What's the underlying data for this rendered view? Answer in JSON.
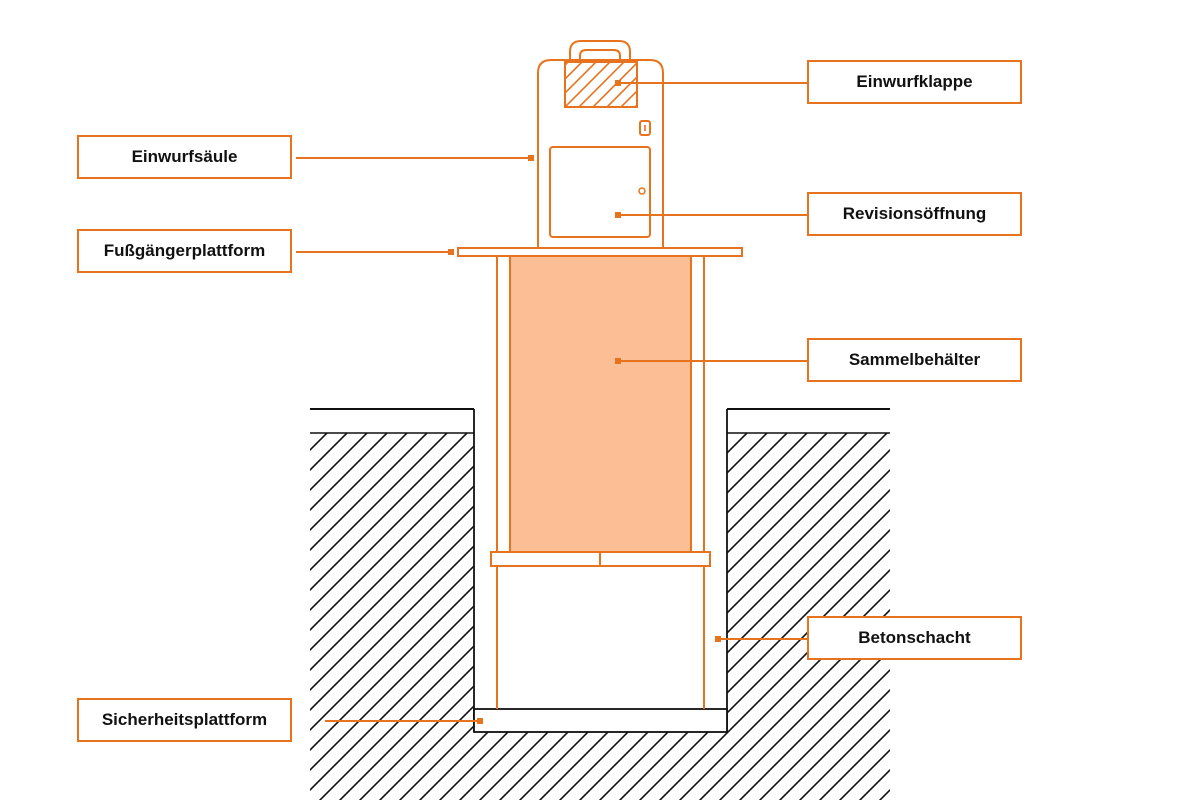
{
  "colors": {
    "accent": "#e8731e",
    "fill": "#fcbf95",
    "ground": "#111111",
    "background": "#ffffff"
  },
  "labels": {
    "einwurfsaeule": "Einwurfsäule",
    "fussgaengerplattform": "Fußgängerplattform",
    "sicherheitsplattform": "Sicherheitsplattform",
    "einwurfklappe": "Einwurfklappe",
    "revisionsoeffnung": "Revisionsöffnung",
    "sammelbehaelter": "Sammelbehälter",
    "betonschacht": "Betonschacht"
  }
}
